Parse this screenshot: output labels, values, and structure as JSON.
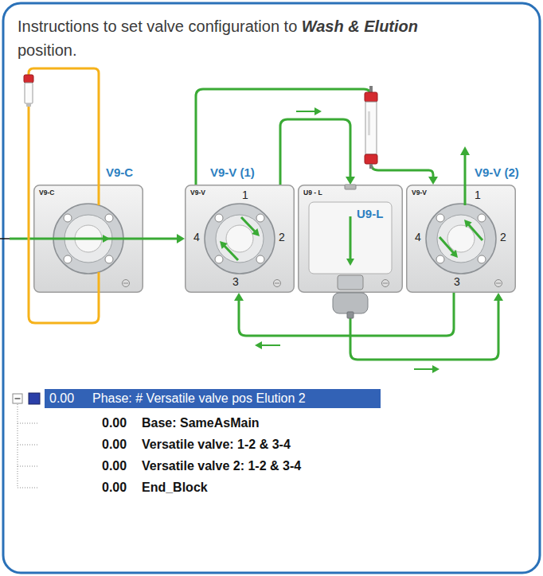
{
  "diagram": {
    "nodes": [
      {
        "text": [
          "V9-C",
          "V9-C"
        ]
      },
      {
        "text": [
          "V9-V (1)",
          "V9-V",
          "1",
          "2",
          "3",
          "4"
        ]
      },
      {
        "text": [
          "U9-L",
          "U9 - L"
        ]
      },
      {
        "text": [
          "V9-V (2)",
          "V9-V",
          "1",
          "2",
          "3",
          "4"
        ]
      }
    ],
    "edges": [
      {
        "from": 0,
        "to": 1,
        "arrow": "to"
      },
      {
        "from": 1,
        "to": 3,
        "arrow": "to"
      },
      {
        "from": 1,
        "to": 2,
        "arrow": "to"
      },
      {
        "from": 3,
        "to": 1,
        "arrow": "to"
      },
      {
        "from": 2,
        "to": 3,
        "arrow": "to"
      }
    ],
    "labels": [
      "Instructions to set valve configuration to",
      "Wash & Elution",
      "position.",
      "0.00",
      "Phase: # Versatile valve pos Elution 2",
      "0.00",
      "Base: SameAsMain",
      "0.00",
      "Versatile valve: 1-2 & 3-4",
      "0.00",
      "Versatile valve 2: 1-2 & 3-4",
      "0.00",
      "End_Block"
    ]
  }
}
